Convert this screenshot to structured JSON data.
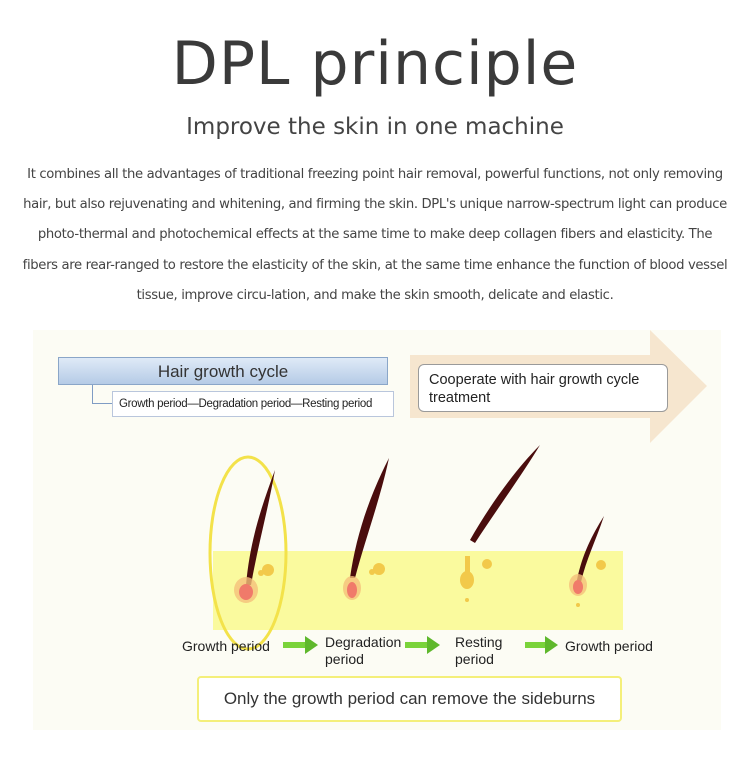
{
  "header": {
    "title": "DPL principle",
    "subtitle": "Improve the skin in one machine",
    "paragraph": "It combines all the advantages of traditional freezing point hair removal, powerful functions, not only removing hair, but also rejuvenating and whitening, and firming the skin. DPL's unique narrow-spectrum light can produce photo-thermal and photochemical effects at the same time to make deep collagen fibers and elasticity. The fibers are rear-ranged to restore the elasticity of the skin, at the same time enhance the function of blood vessel tissue, improve circu-lation, and make the skin smooth, delicate and elastic."
  },
  "diagram": {
    "cycle_title": "Hair growth cycle",
    "periods": "Growth period—Degradation period—Resting period",
    "treatment_note": "Cooperate with hair growth cycle treatment",
    "stages": [
      {
        "label": "Growth period"
      },
      {
        "label": "Degradation period"
      },
      {
        "label": "Resting period"
      },
      {
        "label": "Growth period"
      }
    ],
    "result": "Only the growth period can remove the sideburns",
    "colors": {
      "big_arrow": "#f6e6cf",
      "skin_band": "#fafa9e",
      "hair": "#4a0d0d",
      "bulb": "#f07a6a",
      "highlight_ellipse": "#f3e24a",
      "green_arrow": "#7ad33a",
      "cycle_box": "#b5cbe6"
    }
  }
}
